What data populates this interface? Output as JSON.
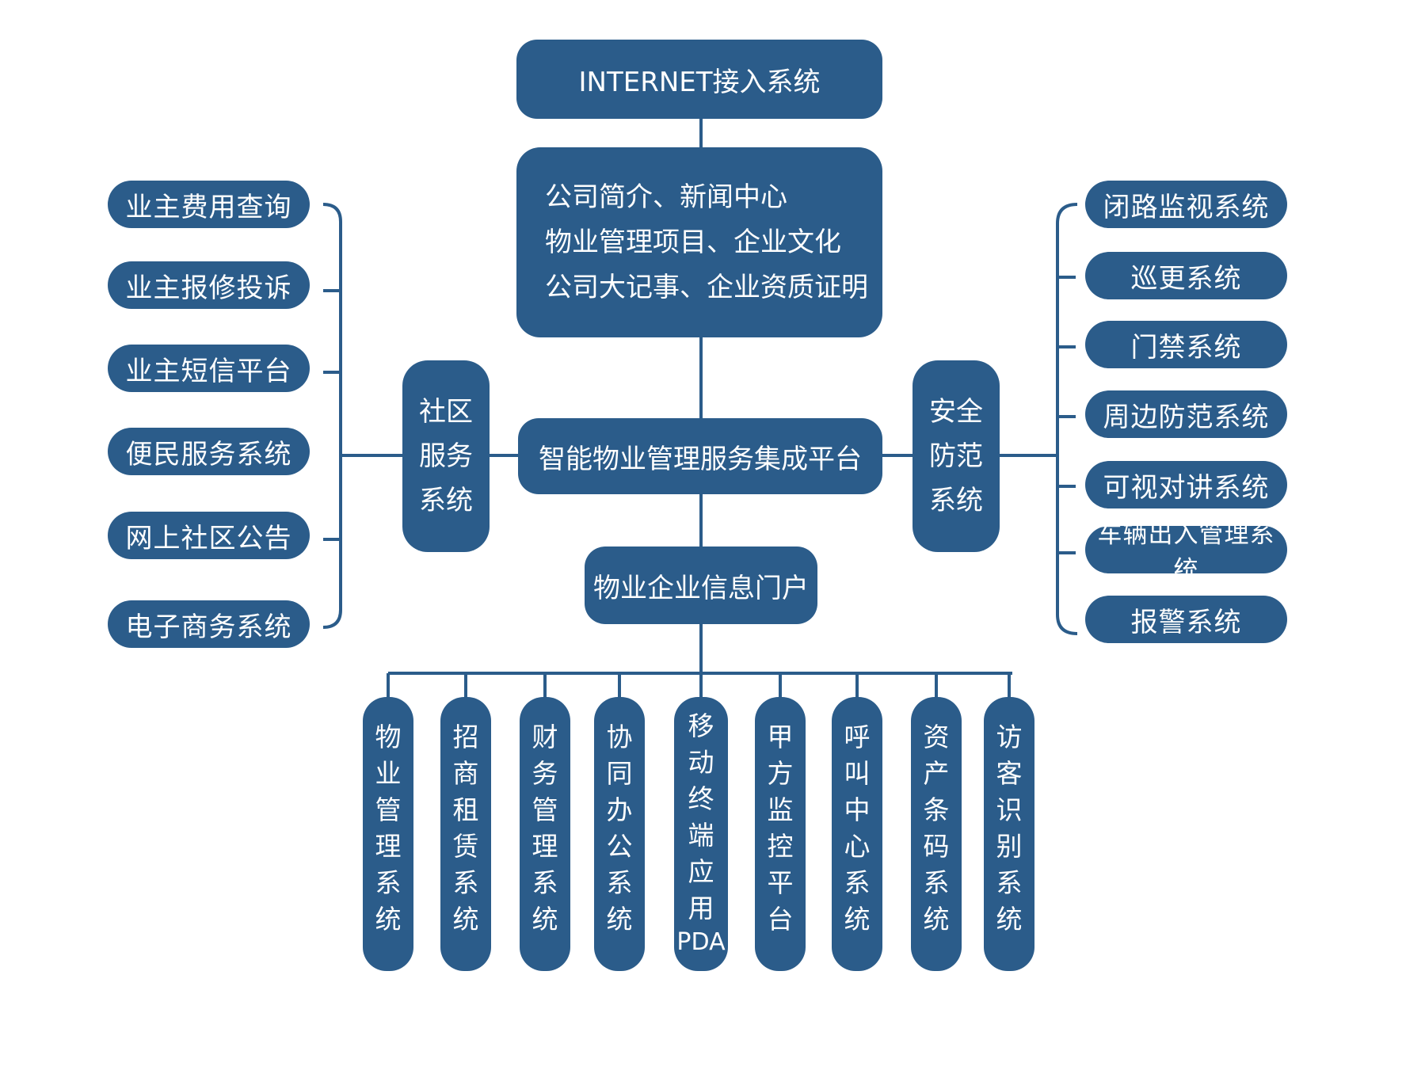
{
  "colors": {
    "box": "#2b5c8a",
    "line": "#2b5c8a",
    "text": "#ffffff",
    "background": "#ffffff"
  },
  "internet": {
    "label": "INTERNET接入系统"
  },
  "website": {
    "lines": [
      "公司简介、新闻中心",
      "物业管理项目、企业文化",
      "公司大记事、企业资质证明"
    ]
  },
  "platform": {
    "label": "智能物业管理服务集成平台"
  },
  "portal": {
    "label": "物业企业信息门户"
  },
  "community": {
    "title_lines": [
      "社区",
      "服务",
      "系统"
    ],
    "items": [
      "业主费用查询",
      "业主报修投诉",
      "业主短信平台",
      "便民服务系统",
      "网上社区公告",
      "电子商务系统"
    ]
  },
  "security": {
    "title_lines": [
      "安全",
      "防范",
      "系统"
    ],
    "items": [
      "闭路监视系统",
      "巡更系统",
      "门禁系统",
      "周边防范系统",
      "可视对讲系统",
      "车辆出入管理系统",
      "报警系统"
    ]
  },
  "modules": [
    {
      "label": "物业管理系统"
    },
    {
      "label": "招商租赁系统"
    },
    {
      "label": "财务管理系统"
    },
    {
      "label": "协同办公系统"
    },
    {
      "label": "移动终端应用",
      "suffix": "PDA"
    },
    {
      "label": "甲方监控平台"
    },
    {
      "label": "呼叫中心系统"
    },
    {
      "label": "资产条码系统"
    },
    {
      "label": "访客识别系统"
    }
  ]
}
